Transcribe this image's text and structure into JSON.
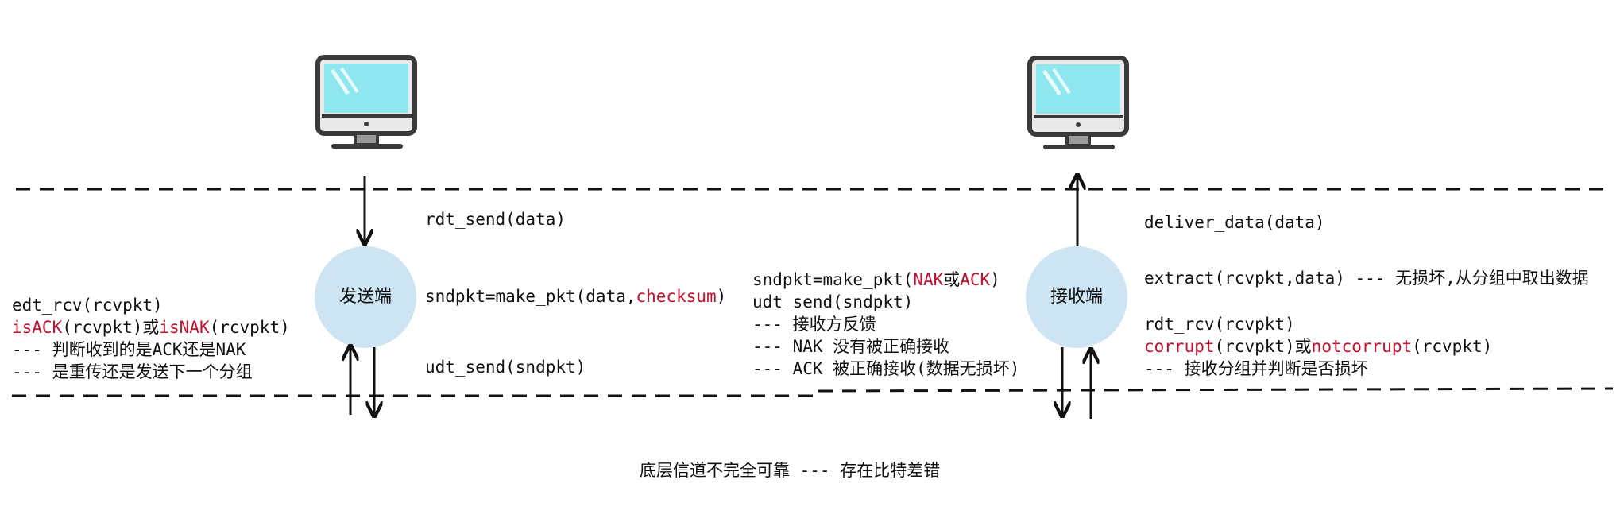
{
  "sender": {
    "node_label": "发送端",
    "top_label": "rdt_send(data)",
    "make_pkt": {
      "prefix": "sndpkt=make_pkt(data,",
      "highlight": "checksum",
      "suffix": ")"
    },
    "udt_send": "udt_send(sndpkt)",
    "left_notes": {
      "line1": "edt_rcv(rcvpkt)",
      "line2": {
        "p1": "isACK",
        "p2": "(rcvpkt)或",
        "p3": "isNAK",
        "p4": "(rcvpkt)"
      },
      "line3": "--- 判断收到的是ACK还是NAK",
      "line4": "--- 是重传还是发送下一个分组"
    }
  },
  "middle": {
    "line1": {
      "prefix": "sndpkt=make_pkt(",
      "nak": "NAK",
      "or": "或",
      "ack": "ACK",
      "suffix": ")"
    },
    "line2": "udt_send(sndpkt)",
    "line3": "--- 接收方反馈",
    "line4": "--- NAK 没有被正确接收",
    "line5": "--- ACK 被正确接收(数据无损坏)"
  },
  "receiver": {
    "node_label": "接收端",
    "deliver": "deliver_data(data)",
    "extract": "extract(rcvpkt,data) --- 无损坏,从分组中取出数据",
    "rdt_rcv": "rdt_rcv(rcvpkt)",
    "corrupt": {
      "p1": "corrupt",
      "p2": "(rcvpkt)或",
      "p3": "notcorrupt",
      "p4": "(rcvpkt)"
    },
    "note": "--- 接收分组并判断是否损坏"
  },
  "footer": "底层信道不完全可靠 --- 存在比特差错",
  "colors": {
    "highlight": "#c8102e",
    "node_fill": "#cde4f2",
    "screen": "#8ee6ee",
    "monitor_frame": "#3a3a3a"
  },
  "icons": [
    "sender-computer-icon",
    "receiver-computer-icon"
  ]
}
